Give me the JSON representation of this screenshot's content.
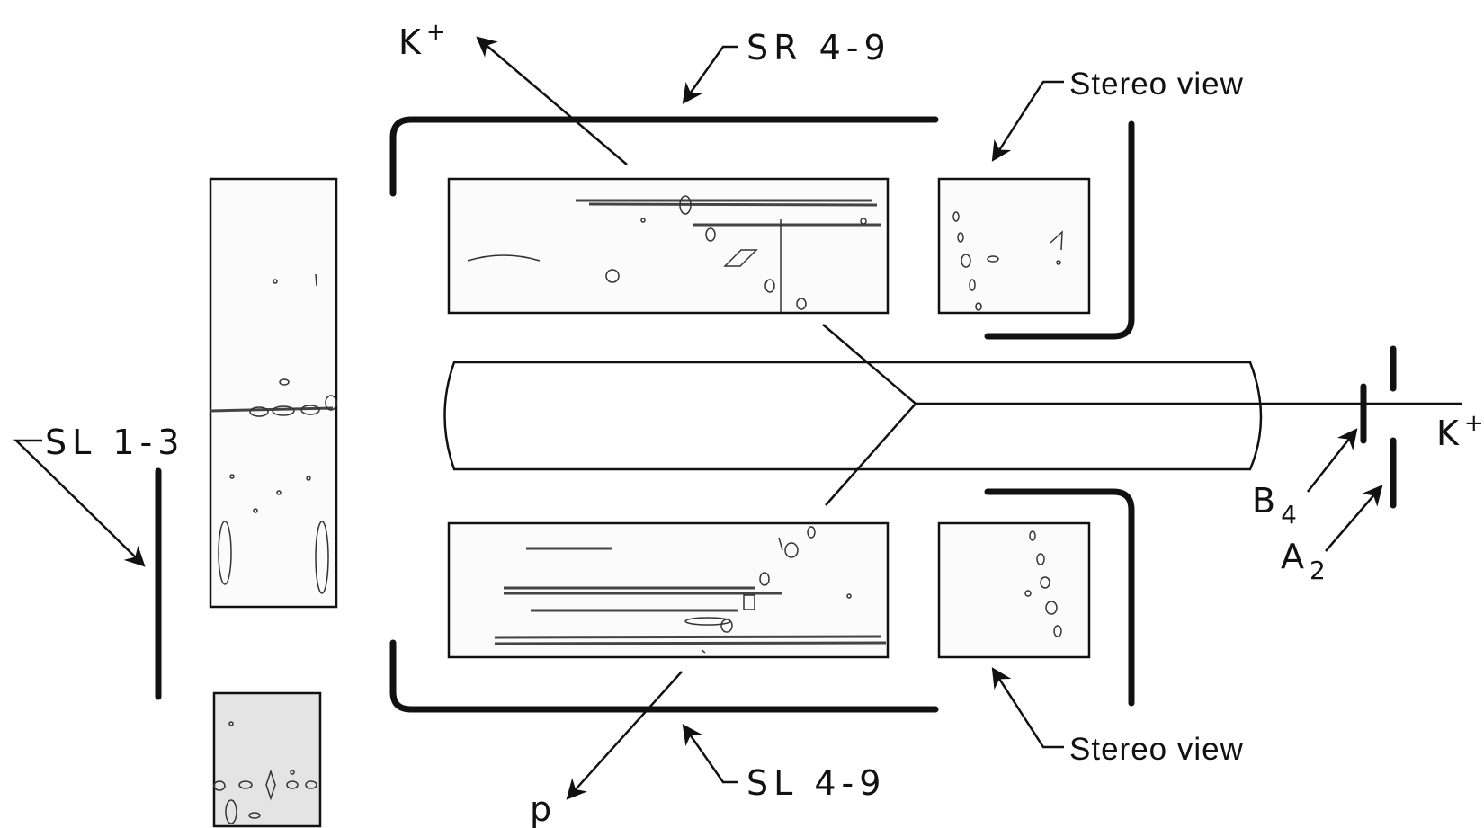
{
  "labels": {
    "k_plus_top": "K",
    "k_plus_top_sup": "+",
    "sr_4_9": "SR 4-9",
    "stereo_view_top": "Stereo view",
    "sl_1_3": "SL 1-3",
    "k_plus_right": "K",
    "k_plus_right_sup": "+",
    "b4": "B",
    "b4_sub": "4",
    "a2": "A",
    "a2_sub": "2",
    "stereo_view_bottom": "Stereo view",
    "sl_4_9": "SL 4-9",
    "p": "p"
  },
  "colors": {
    "ink": "#111111",
    "paper": "#ffffff"
  }
}
